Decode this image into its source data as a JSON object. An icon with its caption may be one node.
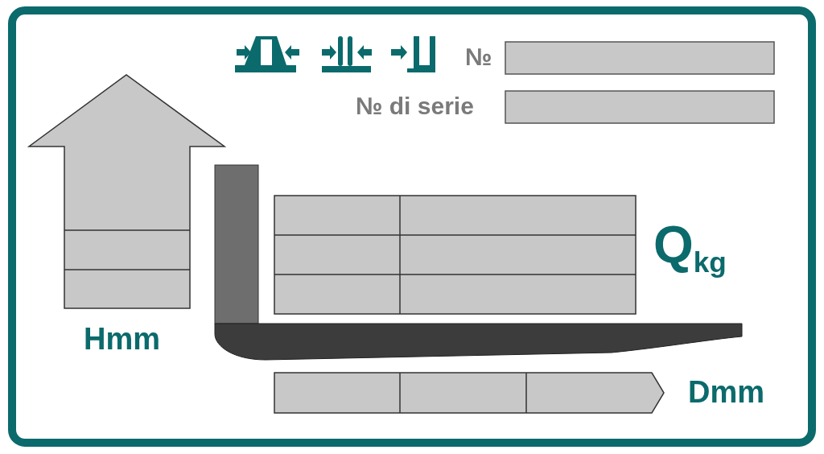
{
  "diagram": {
    "labels": [
      "№",
      "№ di serie",
      "Hmm",
      "Q$_{kg}$",
      "Dmm"
    ]
  }
}
